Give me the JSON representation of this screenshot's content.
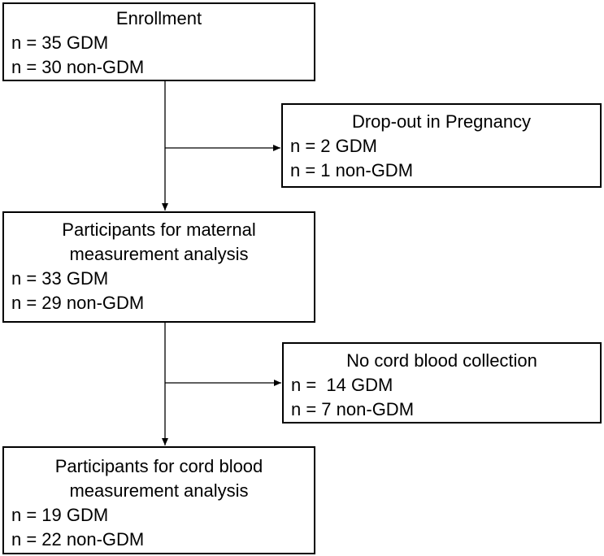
{
  "enrollment": {
    "title": "Enrollment",
    "gdm": "n = 35 GDM",
    "non_gdm": "n = 30 non-GDM"
  },
  "dropout_pregnancy": {
    "title": "Drop-out in Pregnancy",
    "gdm": "n = 2 GDM",
    "non_gdm": "n = 1 non-GDM"
  },
  "maternal_analysis": {
    "title_line1": "Participants for maternal",
    "title_line2": "measurement analysis",
    "gdm": "n = 33 GDM",
    "non_gdm": "n = 29 non-GDM"
  },
  "no_cord_blood": {
    "title": "No cord blood collection",
    "gdm": "n =  14 GDM",
    "non_gdm": "n = 7 non-GDM"
  },
  "cord_blood_analysis": {
    "title_line1": "Participants for cord blood",
    "title_line2": "measurement analysis",
    "gdm": "n = 19 GDM",
    "non_gdm": "n = 22 non-GDM"
  }
}
